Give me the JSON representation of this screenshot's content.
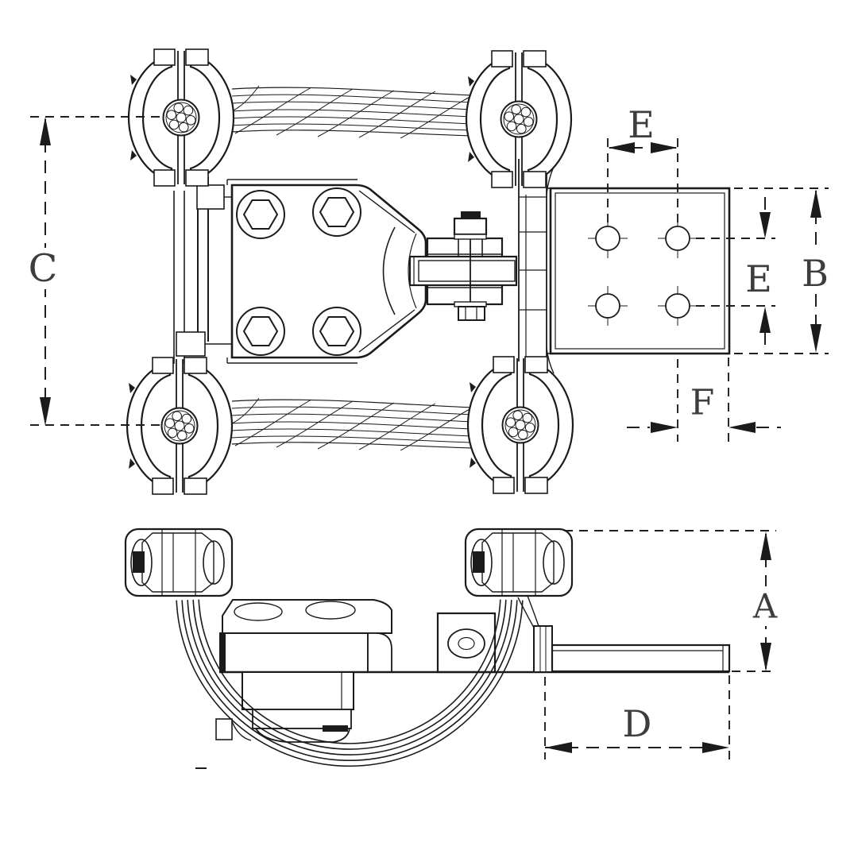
{
  "palette": {
    "ink": "#1b1b1b",
    "label_color": "#3d3d3d",
    "background": "#ffffff"
  },
  "dims": {
    "c": {
      "label": "C"
    },
    "e_top": {
      "label": "E"
    },
    "e_right": {
      "label": "E"
    },
    "b": {
      "label": "B"
    },
    "f": {
      "label": "F"
    },
    "a": {
      "label": "A"
    },
    "d": {
      "label": "D"
    }
  }
}
